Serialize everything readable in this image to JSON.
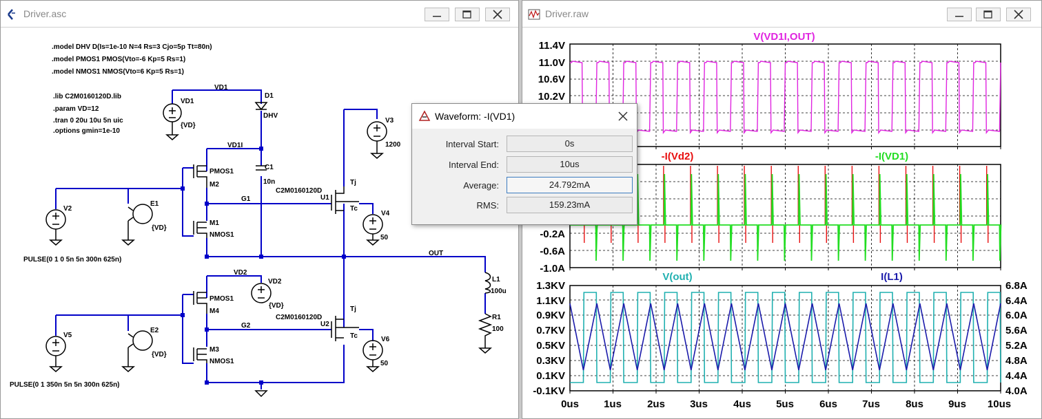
{
  "schematic_window": {
    "title": "Driver.asc",
    "directives": [
      ".model DHV D(Is=1e-10 N=4 Rs=3 Cjo=5p Tt=80n)",
      ".model PMOS1 PMOS(Vto=-6 Kp=5 Rs=1)",
      ".model NMOS1 NMOS(Vto=6 Kp=5 Rs=1)",
      ".lib C2M0160120D.lib",
      ".param VD=12",
      ".tran 0 20u 10u 5n uic",
      ".options gmin=1e-10"
    ],
    "labels": {
      "vd1_net": "VD1",
      "vd1_src": "VD1",
      "vd1_val": "{VD}",
      "d1": "D1",
      "d1_model": "DHV",
      "vd1i_net": "VD1I",
      "c1": "C1",
      "c1_val": "10n",
      "pmos1": "PMOS1",
      "m2": "M2",
      "m1": "M1",
      "nmos1": "NMOS1",
      "g1": "G1",
      "e1": "E1",
      "e1_val": "{VD}",
      "v2": "V2",
      "pulse1": "PULSE(0 1 0 5n 5n 300n 625n)",
      "v3": "V3",
      "v3_val": "1200",
      "u1_model": "C2M0160120D",
      "u1": "U1",
      "tj1": "Tj",
      "tc1": "Tc",
      "v4": "V4",
      "v4_val": "50",
      "out": "OUT",
      "l1": "L1",
      "l1_val": "100u",
      "r1": "R1",
      "r1_val": "100",
      "vd2_net": "VD2",
      "vd2_src": "VD2",
      "vd2_val": "{VD}",
      "pmos1b": "PMOS1",
      "m4": "M4",
      "m3": "M3",
      "nmos1b": "NMOS1",
      "g2": "G2",
      "e2": "E2",
      "e2_val": "{VD}",
      "v5": "V5",
      "pulse2": "PULSE(0 1 350n 5n 5n 300n 625n)",
      "u2_model": "C2M0160120D",
      "u2": "U2",
      "tj2": "Tj",
      "tc2": "Tc",
      "v6": "V6",
      "v6_val": "50"
    }
  },
  "waveform_window": {
    "title": "Driver.raw",
    "panes": [
      {
        "traces": [
          {
            "name": "V(VD1I,OUT)",
            "color": "#e024e0"
          }
        ],
        "left_ticks": [
          "11.4V",
          "11.0V",
          "10.6V",
          "10.2V"
        ]
      },
      {
        "traces": [
          {
            "name": "-I(Vd2)",
            "color": "#e81010"
          },
          {
            "name": "-I(VD1)",
            "color": "#22dd22"
          }
        ],
        "left_ticks": [
          "-0.2A",
          "-0.6A",
          "-1.0A"
        ]
      },
      {
        "traces": [
          {
            "name": "V(out)",
            "color": "#20b0b0"
          },
          {
            "name": "I(L1)",
            "color": "#1a1aaa"
          }
        ],
        "left_ticks": [
          "1.3KV",
          "1.1KV",
          "0.9KV",
          "0.7KV",
          "0.5KV",
          "0.3KV",
          "0.1KV",
          "-0.1KV"
        ],
        "right_ticks": [
          "6.8A",
          "6.4A",
          "6.0A",
          "5.6A",
          "5.2A",
          "4.8A",
          "4.4A",
          "4.0A"
        ]
      }
    ],
    "x_ticks": [
      "0us",
      "1us",
      "2us",
      "3us",
      "4us",
      "5us",
      "6us",
      "7us",
      "8us",
      "9us",
      "10us"
    ]
  },
  "dialog": {
    "title": "Waveform: -I(VD1)",
    "interval_start_label": "Interval Start:",
    "interval_start": "0s",
    "interval_end_label": "Interval End:",
    "interval_end": "10us",
    "average_label": "Average:",
    "average": "24.792mA",
    "rms_label": "RMS:",
    "rms": "159.23mA"
  },
  "colors": {
    "wire": "#0000c8",
    "text": "#000000",
    "grid": "#000000"
  }
}
